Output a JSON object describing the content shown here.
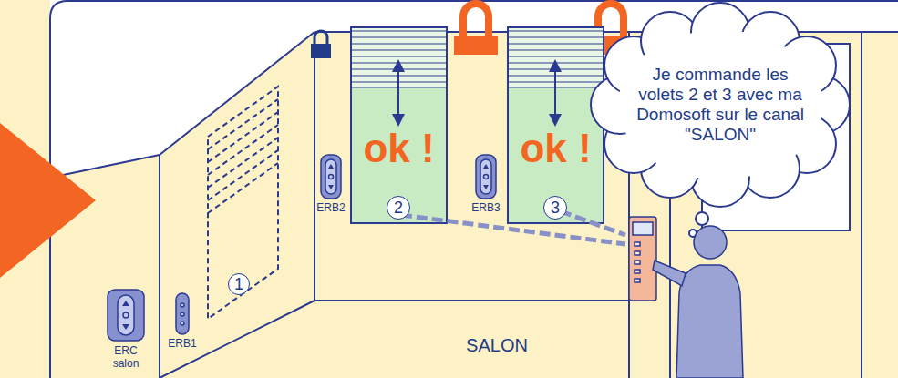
{
  "diagram": {
    "nodes": [
      {
        "text": [
          "1"
        ]
      },
      {
        "text": [
          "ok !",
          "2"
        ]
      },
      {
        "text": [
          "ok !",
          "3"
        ]
      },
      {
        "text": [
          "Je commande les volets 2 et 3 avec ma Domosoft sur le canal \"SALON\""
        ]
      }
    ],
    "labels": [
      "ERC salon",
      "ERB1",
      "ERB2",
      "ERB3",
      "SALON"
    ]
  }
}
